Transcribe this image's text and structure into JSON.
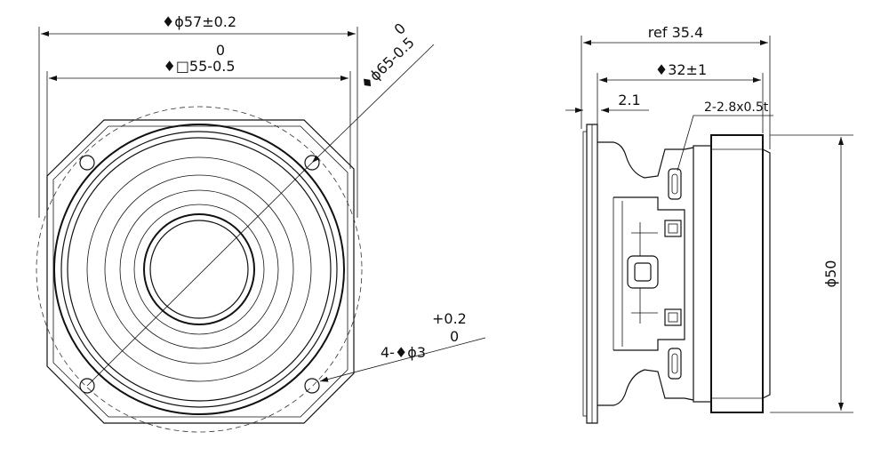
{
  "front_view": {
    "dim_outer_diameter": "♦ϕ57±0.2",
    "dim_square_tol_upper": "0",
    "dim_square": "♦□55-0.5",
    "dim_diag_tol_upper": "0",
    "dim_diag": "♦ϕ65-0.5",
    "dim_holes_tol_upper": "+0.2",
    "dim_holes": "4-♦ϕ3",
    "dim_holes_tol_lower": "0"
  },
  "side_view": {
    "dim_ref": "ref 35.4",
    "dim_depth": "♦32±1",
    "dim_flange": "2.1",
    "dim_terminal": "2-2.8x0.5t",
    "dim_magnet": "ϕ50"
  },
  "colors": {
    "line": "#111111",
    "background": "#ffffff"
  }
}
